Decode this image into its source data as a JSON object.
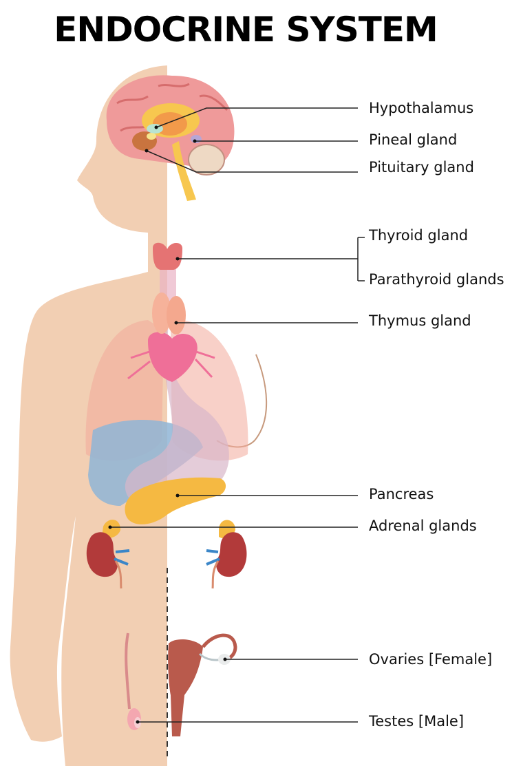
{
  "title": "ENDOCRINE SYSTEM",
  "labels": {
    "hypothalamus": "Hypothalamus",
    "pineal": "Pineal gland",
    "pituitary": "Pituitary gland",
    "thyroid": "Thyroid gland",
    "parathyroid": "Parathyroid glands",
    "thymus": "Thymus gland",
    "pancreas": "Pancreas",
    "adrenal": "Adrenal glands",
    "ovaries": "Ovaries [Female]",
    "testes": "Testes [Male]"
  },
  "colors": {
    "skin_left": "#f2cfb3",
    "skin_right": "#f6d9c2",
    "brain": "#ef9a9a",
    "thyroid": "#e57373",
    "pancreas": "#f5b942",
    "kidney": "#b23a3a",
    "liver": "#8fb5d6",
    "leader_line": "#222222"
  }
}
